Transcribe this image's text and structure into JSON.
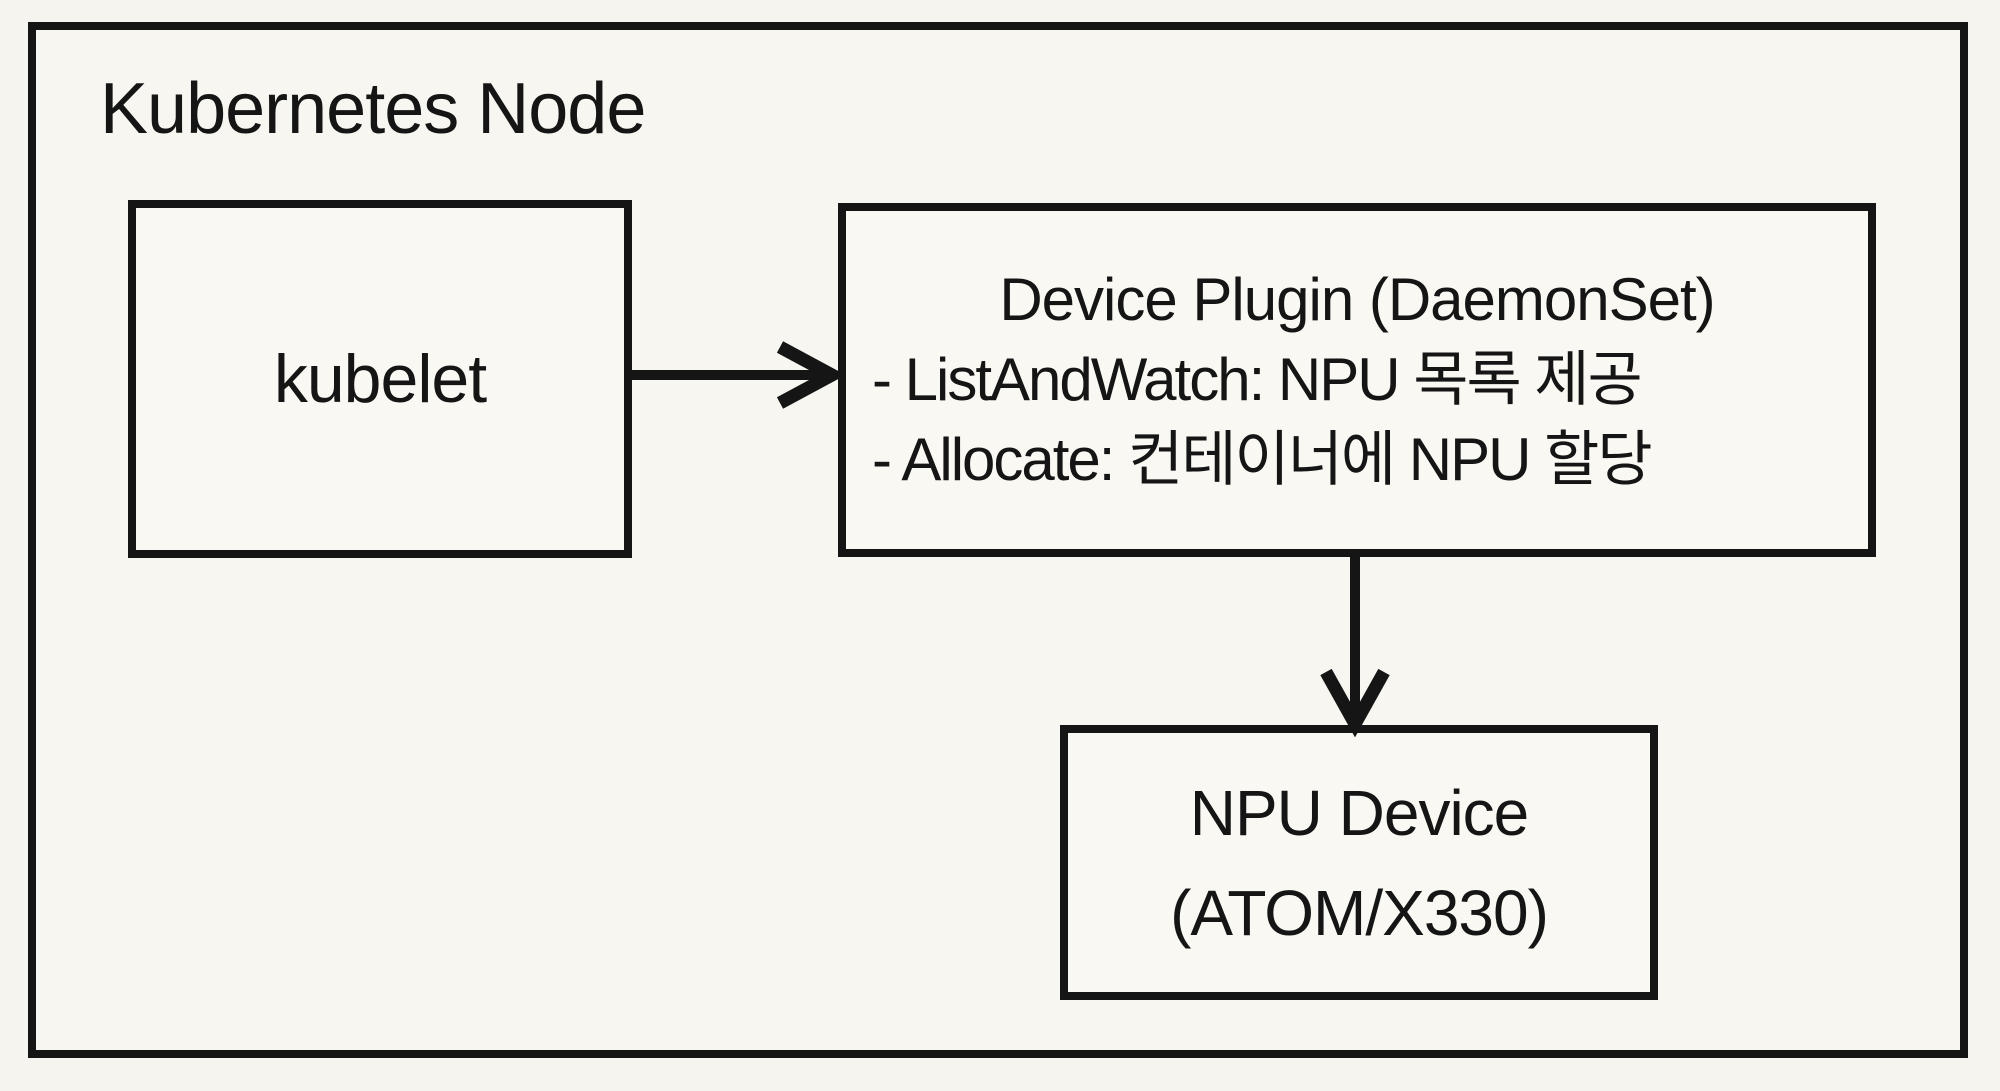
{
  "diagram": {
    "title": "Kubernetes Node",
    "nodes": {
      "kubelet": {
        "label": "kubelet"
      },
      "device_plugin": {
        "title": "Device Plugin (DaemonSet)",
        "items": [
          "- ListAndWatch: NPU 목록 제공",
          "- Allocate: 컨테이너에 NPU 할당"
        ]
      },
      "npu_device": {
        "line1": "NPU Device",
        "line2": "(ATOM/X330)"
      }
    },
    "connections": [
      {
        "from": "kubelet",
        "to": "device_plugin",
        "direction": "right"
      },
      {
        "from": "device_plugin",
        "to": "npu_device",
        "direction": "down"
      }
    ],
    "colors": {
      "background": "#f6f4ef",
      "box_fill": "#faf8f3",
      "border": "#151515",
      "text": "#151515"
    }
  }
}
